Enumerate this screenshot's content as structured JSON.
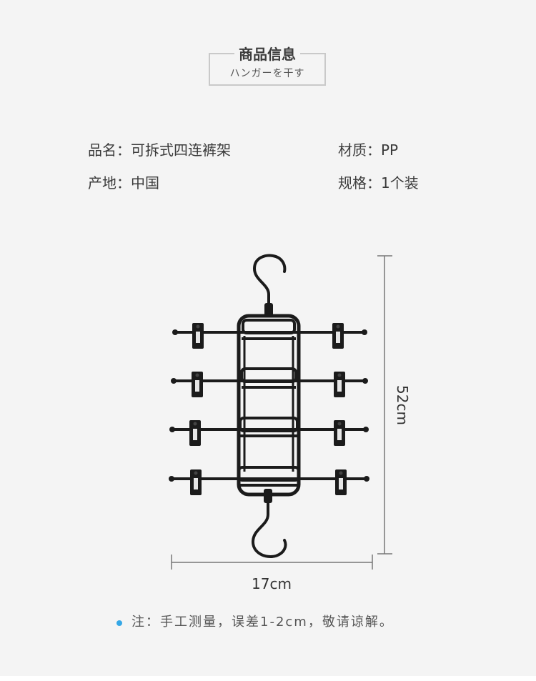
{
  "header": {
    "title": "商品信息",
    "subtitle": "ハンガーを干す"
  },
  "specs": {
    "name": "品名：可拆式四连裤架",
    "material": "材质：PP",
    "origin": "产地：中国",
    "spec": "规格：1个装"
  },
  "dimensions": {
    "width": "17cm",
    "height": "52cm"
  },
  "note": {
    "text": "注：手工测量，误差1-2cm，敬请谅解。"
  },
  "colors": {
    "background": "#f4f4f4",
    "accent_dot": "#35a7e6",
    "hanger": "#1b1b1b"
  }
}
